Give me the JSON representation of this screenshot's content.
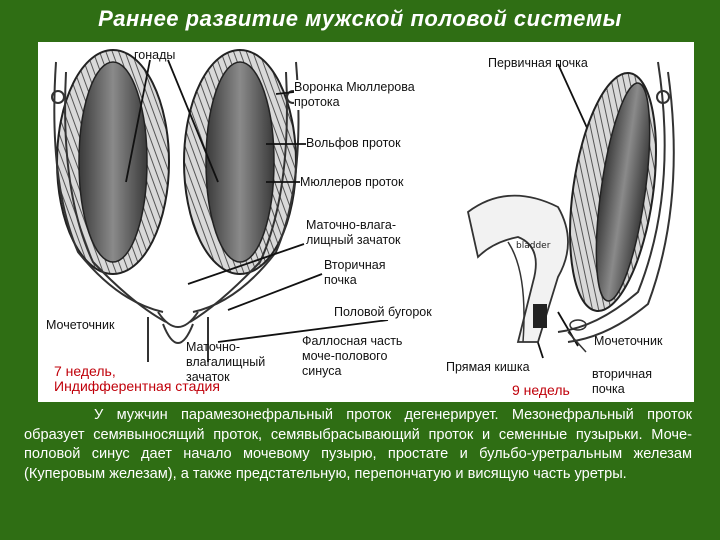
{
  "title": "Раннее развитие мужской половой системы",
  "labels": {
    "gonads": "гонады",
    "primary_kidney": "Первичная почка",
    "mullerian_funnel": "Воронка Мюллерова\nпротока",
    "wolffian_duct": "Вольфов проток",
    "mullerian_duct": "Мюллеров проток",
    "uterovaginal_primordium_top": "Маточно-влага-\nлищный зачаток",
    "secondary_kidney": "Вторичная\nпочка",
    "genital_tubercle": "Половой бугорок",
    "ureter_left": "Мочеточник",
    "uterovaginal_primordium_bottom": "Маточно-\nвлагалищный\nзачаток",
    "phallic_part": "Фаллосная часть\nмоче-полового\nсинуса",
    "rectum": "Прямая кишка",
    "ureter_right": "Мочеточник",
    "secondary_kidney_right": "вторичная\nпочка",
    "bladder_tag": "bladder"
  },
  "stages": {
    "left": "7 недель,\nИндифферентная стадия",
    "right": "9 недель"
  },
  "description": "У мужчин парамезонефральный проток дегенерирует. Мезонефральный проток образует семявыносящий проток, семявыбрасывающий проток и семенные пузырьки. Моче-половой синус дает начало мочевому пузырю, простате и бульбо-уретральным железам (Куперовым железам), а также предстательную, перепончатую и висящую часть уретры.",
  "colors": {
    "background": "#2f6e14",
    "title": "#ffffff",
    "stage_text": "#c0000a",
    "panel": "#ffffff"
  }
}
